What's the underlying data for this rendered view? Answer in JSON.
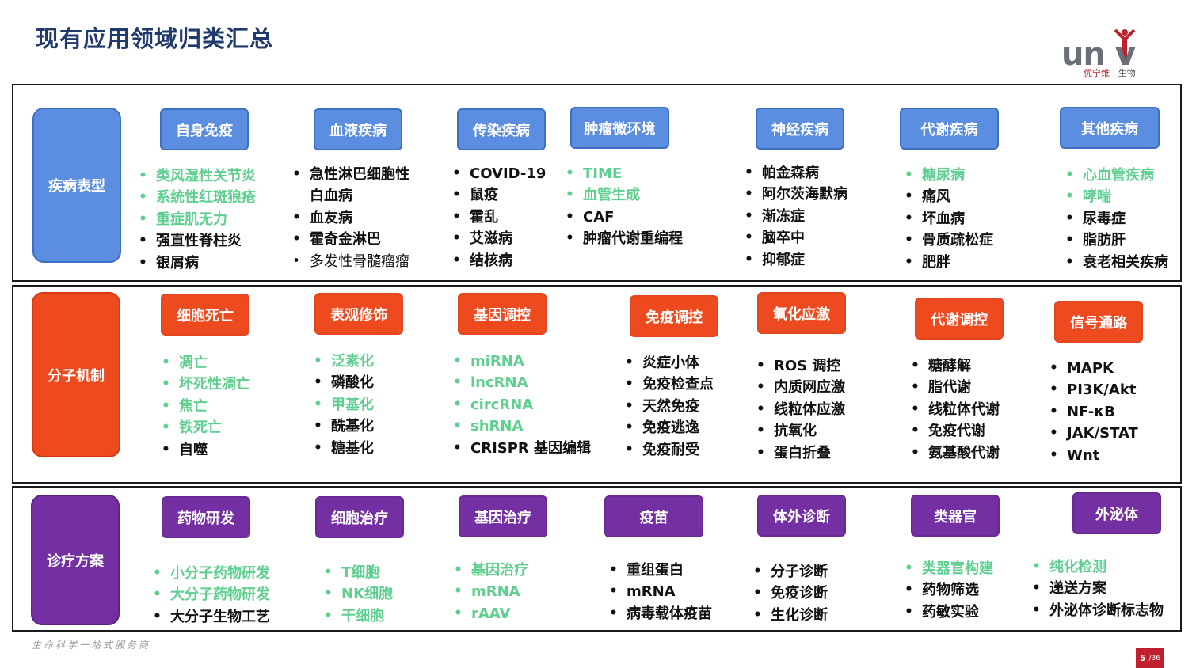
{
  "title": "现有应用领域归类汇总",
  "logo": {
    "word": "un  v",
    "tag_cn1": "优宁维",
    "tag_cn2": "生物"
  },
  "footer": "生命科学一站式服务商",
  "page": {
    "current": "5",
    "total": "/36"
  },
  "rows": {
    "disease": {
      "label": "疾病表型"
    },
    "molecular": {
      "label": "分子机制"
    },
    "therapy": {
      "label": "诊疗方案"
    }
  },
  "columns": {
    "d1": {
      "title": "自身免疫",
      "items": [
        "类风湿性关节炎",
        "系统性红斑狼疮",
        "重症肌无力",
        "强直性脊柱炎",
        "银屑病"
      ]
    },
    "d2": {
      "title": "血液疾病",
      "items": [
        "急性淋巴细胞性白血病",
        "血友病",
        "霍奇金淋巴",
        "多发性骨髓瘤瘤"
      ]
    },
    "d3": {
      "title": "传染疾病",
      "items": [
        "COVID-19",
        "鼠疫",
        "霍乱",
        "艾滋病",
        "结核病"
      ]
    },
    "d4": {
      "title": "肿瘤微环境",
      "items": [
        "TIME",
        "血管生成",
        "CAF",
        "肿瘤代谢重编程"
      ]
    },
    "d5": {
      "title": "神经疾病",
      "items": [
        "帕金森病",
        "阿尔茨海默病",
        "渐冻症",
        "脑卒中",
        "抑郁症"
      ]
    },
    "d6": {
      "title": "代谢疾病",
      "items": [
        "糖尿病",
        "痛风",
        "坏血病",
        "骨质疏松症",
        "肥胖"
      ]
    },
    "d7": {
      "title": "其他疾病",
      "items": [
        "心血管疾病",
        "哮喘",
        "尿毒症",
        "脂肪肝",
        "衰老相关疾病"
      ]
    },
    "m1": {
      "title": "细胞死亡",
      "items": [
        "凋亡",
        "坏死性凋亡",
        "焦亡",
        "铁死亡",
        "自噬"
      ]
    },
    "m2": {
      "title": "表观修饰",
      "items": [
        "泛素化",
        "磷酸化",
        "甲基化",
        "酰基化",
        "糖基化"
      ]
    },
    "m3": {
      "title": "基因调控",
      "items": [
        "miRNA",
        "lncRNA",
        "circRNA",
        "shRNA",
        "CRISPR 基因编辑"
      ]
    },
    "m4": {
      "title": "免疫调控",
      "items": [
        "炎症小体",
        "免疫检查点",
        "天然免疫",
        "免疫逃逸",
        "免疫耐受"
      ]
    },
    "m5": {
      "title": "氧化应激",
      "items": [
        "ROS 调控",
        "内质网应激",
        "线粒体应激",
        "抗氧化",
        "蛋白折叠"
      ]
    },
    "m6": {
      "title": "代谢调控",
      "items": [
        "糖酵解",
        "脂代谢",
        "线粒体代谢",
        "免疫代谢",
        "氨基酸代谢"
      ]
    },
    "m7": {
      "title": "信号通路",
      "items": [
        "MAPK",
        "PI3K/Akt",
        "NF-κB",
        "JAK/STAT",
        "Wnt"
      ]
    },
    "t1": {
      "title": "药物研发",
      "items": [
        "小分子药物研发",
        "大分子药物研发",
        "大分子生物工艺"
      ]
    },
    "t2": {
      "title": "细胞治疗",
      "items": [
        "T细胞",
        "NK细胞",
        "干细胞"
      ]
    },
    "t3": {
      "title": "基因治疗",
      "items": [
        "基因治疗",
        "mRNA",
        "rAAV"
      ]
    },
    "t4": {
      "title": "疫苗",
      "items": [
        "重组蛋白",
        "mRNA",
        "病毒载体疫苗"
      ]
    },
    "t5": {
      "title": "体外诊断",
      "items": [
        "分子诊断",
        "免疫诊断",
        "生化诊断"
      ]
    },
    "t6": {
      "title": "类器官",
      "items": [
        "类器官构建",
        "药物筛选",
        "药敏实验"
      ]
    },
    "t7": {
      "title": "外泌体",
      "items": [
        "纯化检测",
        "递送方案",
        "外泌体诊断标志物"
      ]
    }
  },
  "colors": {
    "title": "#1f3a6b",
    "disease": "#5b8de0",
    "molecular": "#ee4a1f",
    "therapy": "#7430a3",
    "highlight": "#5ecf8f",
    "brand_red": "#c0202e"
  }
}
